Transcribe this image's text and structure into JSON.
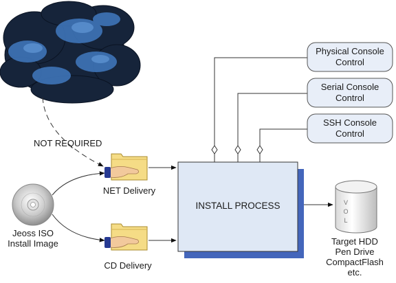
{
  "colors": {
    "install_box_fill": "#dfe8f5",
    "install_box_shadow": "#4466bb",
    "console_box_fill": "#e8eef8",
    "cloud_dark": "#16243a",
    "cloud_light": "#3e74b8",
    "folder": "#f5dc86"
  },
  "icons": [
    "storm-cloud-icon",
    "cd-disc-icon",
    "folder-hand-icon",
    "hdd-cylinder-icon"
  ],
  "cloud": {
    "label": "NOT REQUIRED"
  },
  "iso": {
    "line1": "Jeoss ISO",
    "line2": "Install Image"
  },
  "delivery": {
    "net": "NET Delivery",
    "cd": "CD Delivery"
  },
  "install": {
    "label": "INSTALL PROCESS"
  },
  "consoles": [
    {
      "line1": "Physical Console",
      "line2": "Control"
    },
    {
      "line1": "Serial Console",
      "line2": "Control"
    },
    {
      "line1": "SSH Console",
      "line2": "Control"
    }
  ],
  "target": {
    "disk_label": "VOL",
    "lines": [
      "Target HDD",
      "Pen Drive",
      "CompactFlash",
      "etc."
    ]
  }
}
